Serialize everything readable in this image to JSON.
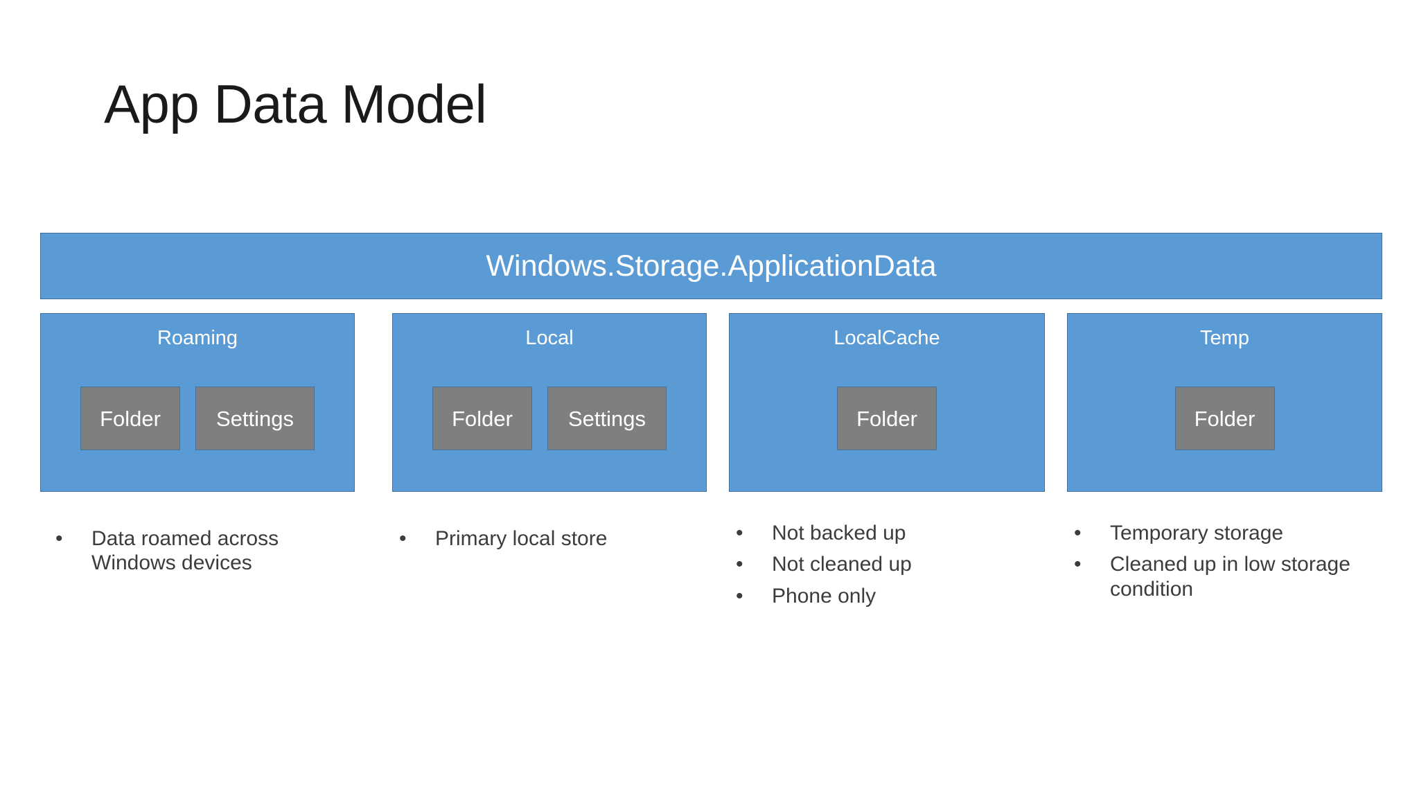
{
  "slide": {
    "title": "App Data Model",
    "colors": {
      "box_fill": "#5B9BD5",
      "box_border": "#41719C",
      "sub_box_fill": "#7F7F7F",
      "text_on_box": "#FFFFFF",
      "body_text": "#3C3C3C",
      "background": "#FFFFFF"
    }
  },
  "diagram": {
    "root": {
      "label": "Windows.Storage.ApplicationData"
    },
    "columns": [
      {
        "title": "Roaming",
        "children": [
          {
            "label": "Folder"
          },
          {
            "label": "Settings"
          }
        ],
        "bullets": [
          "Data roamed across Windows devices"
        ]
      },
      {
        "title": "Local",
        "children": [
          {
            "label": "Folder"
          },
          {
            "label": "Settings"
          }
        ],
        "bullets": [
          "Primary local store"
        ]
      },
      {
        "title": "LocalCache",
        "children": [
          {
            "label": "Folder"
          }
        ],
        "bullets": [
          "Not backed up",
          "Not cleaned up",
          "Phone only"
        ]
      },
      {
        "title": "Temp",
        "children": [
          {
            "label": "Folder"
          }
        ],
        "bullets": [
          "Temporary storage",
          "Cleaned up in low storage condition"
        ]
      }
    ],
    "bullet_glyph": "•"
  }
}
